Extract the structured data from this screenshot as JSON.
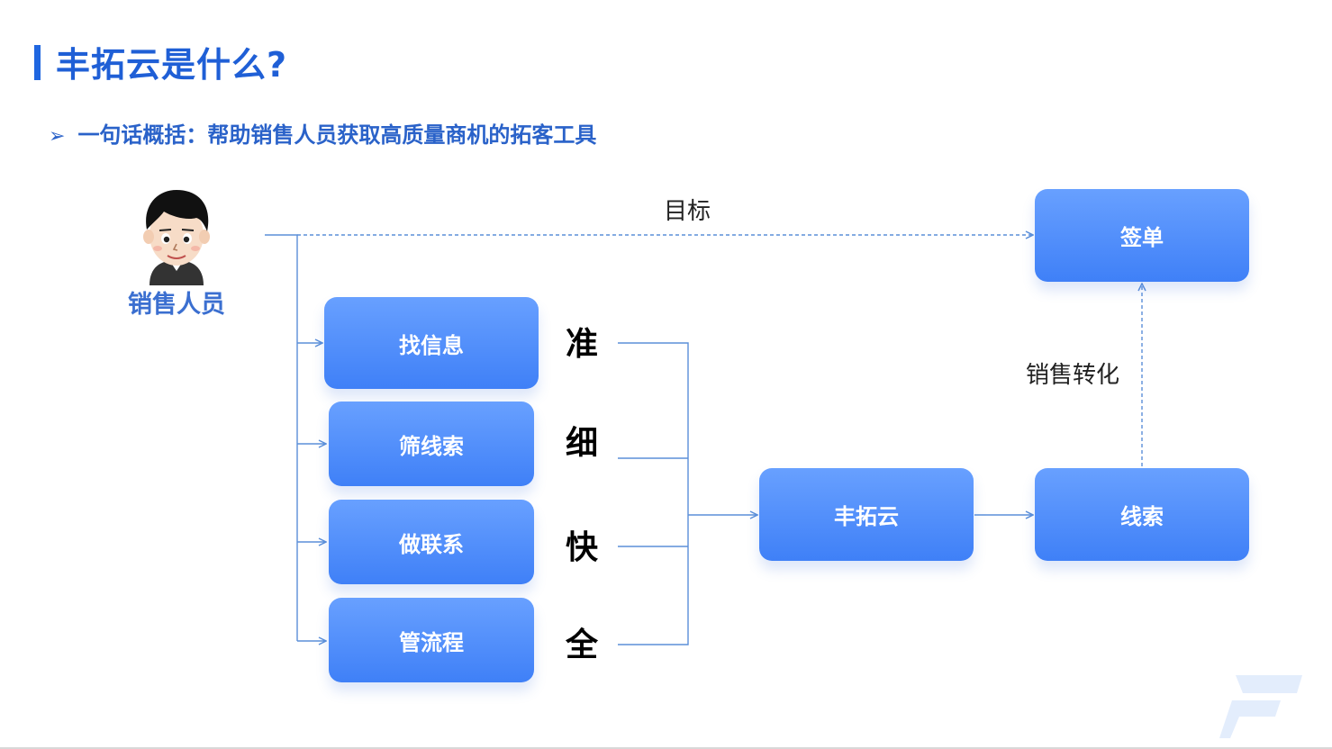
{
  "header": {
    "title": "丰拓云是什么?",
    "subtitle": "一句话概括：帮助销售人员获取高质量商机的拓客工具"
  },
  "actor": {
    "label": "销售人员",
    "icon": "salesperson-avatar"
  },
  "edge_labels": {
    "goal": "目标",
    "conversion": "销售转化"
  },
  "functions": [
    {
      "label": "找信息",
      "quality": "准"
    },
    {
      "label": "筛线索",
      "quality": "细"
    },
    {
      "label": "做联系",
      "quality": "快"
    },
    {
      "label": "管流程",
      "quality": "全"
    }
  ],
  "nodes": {
    "product": "丰拓云",
    "leads": "线索",
    "deal": "签单"
  },
  "colors": {
    "accent": "#1f66e0",
    "box_top": "#68a0ff",
    "box_bottom": "#3f80f7",
    "line": "#5b8fd9"
  }
}
